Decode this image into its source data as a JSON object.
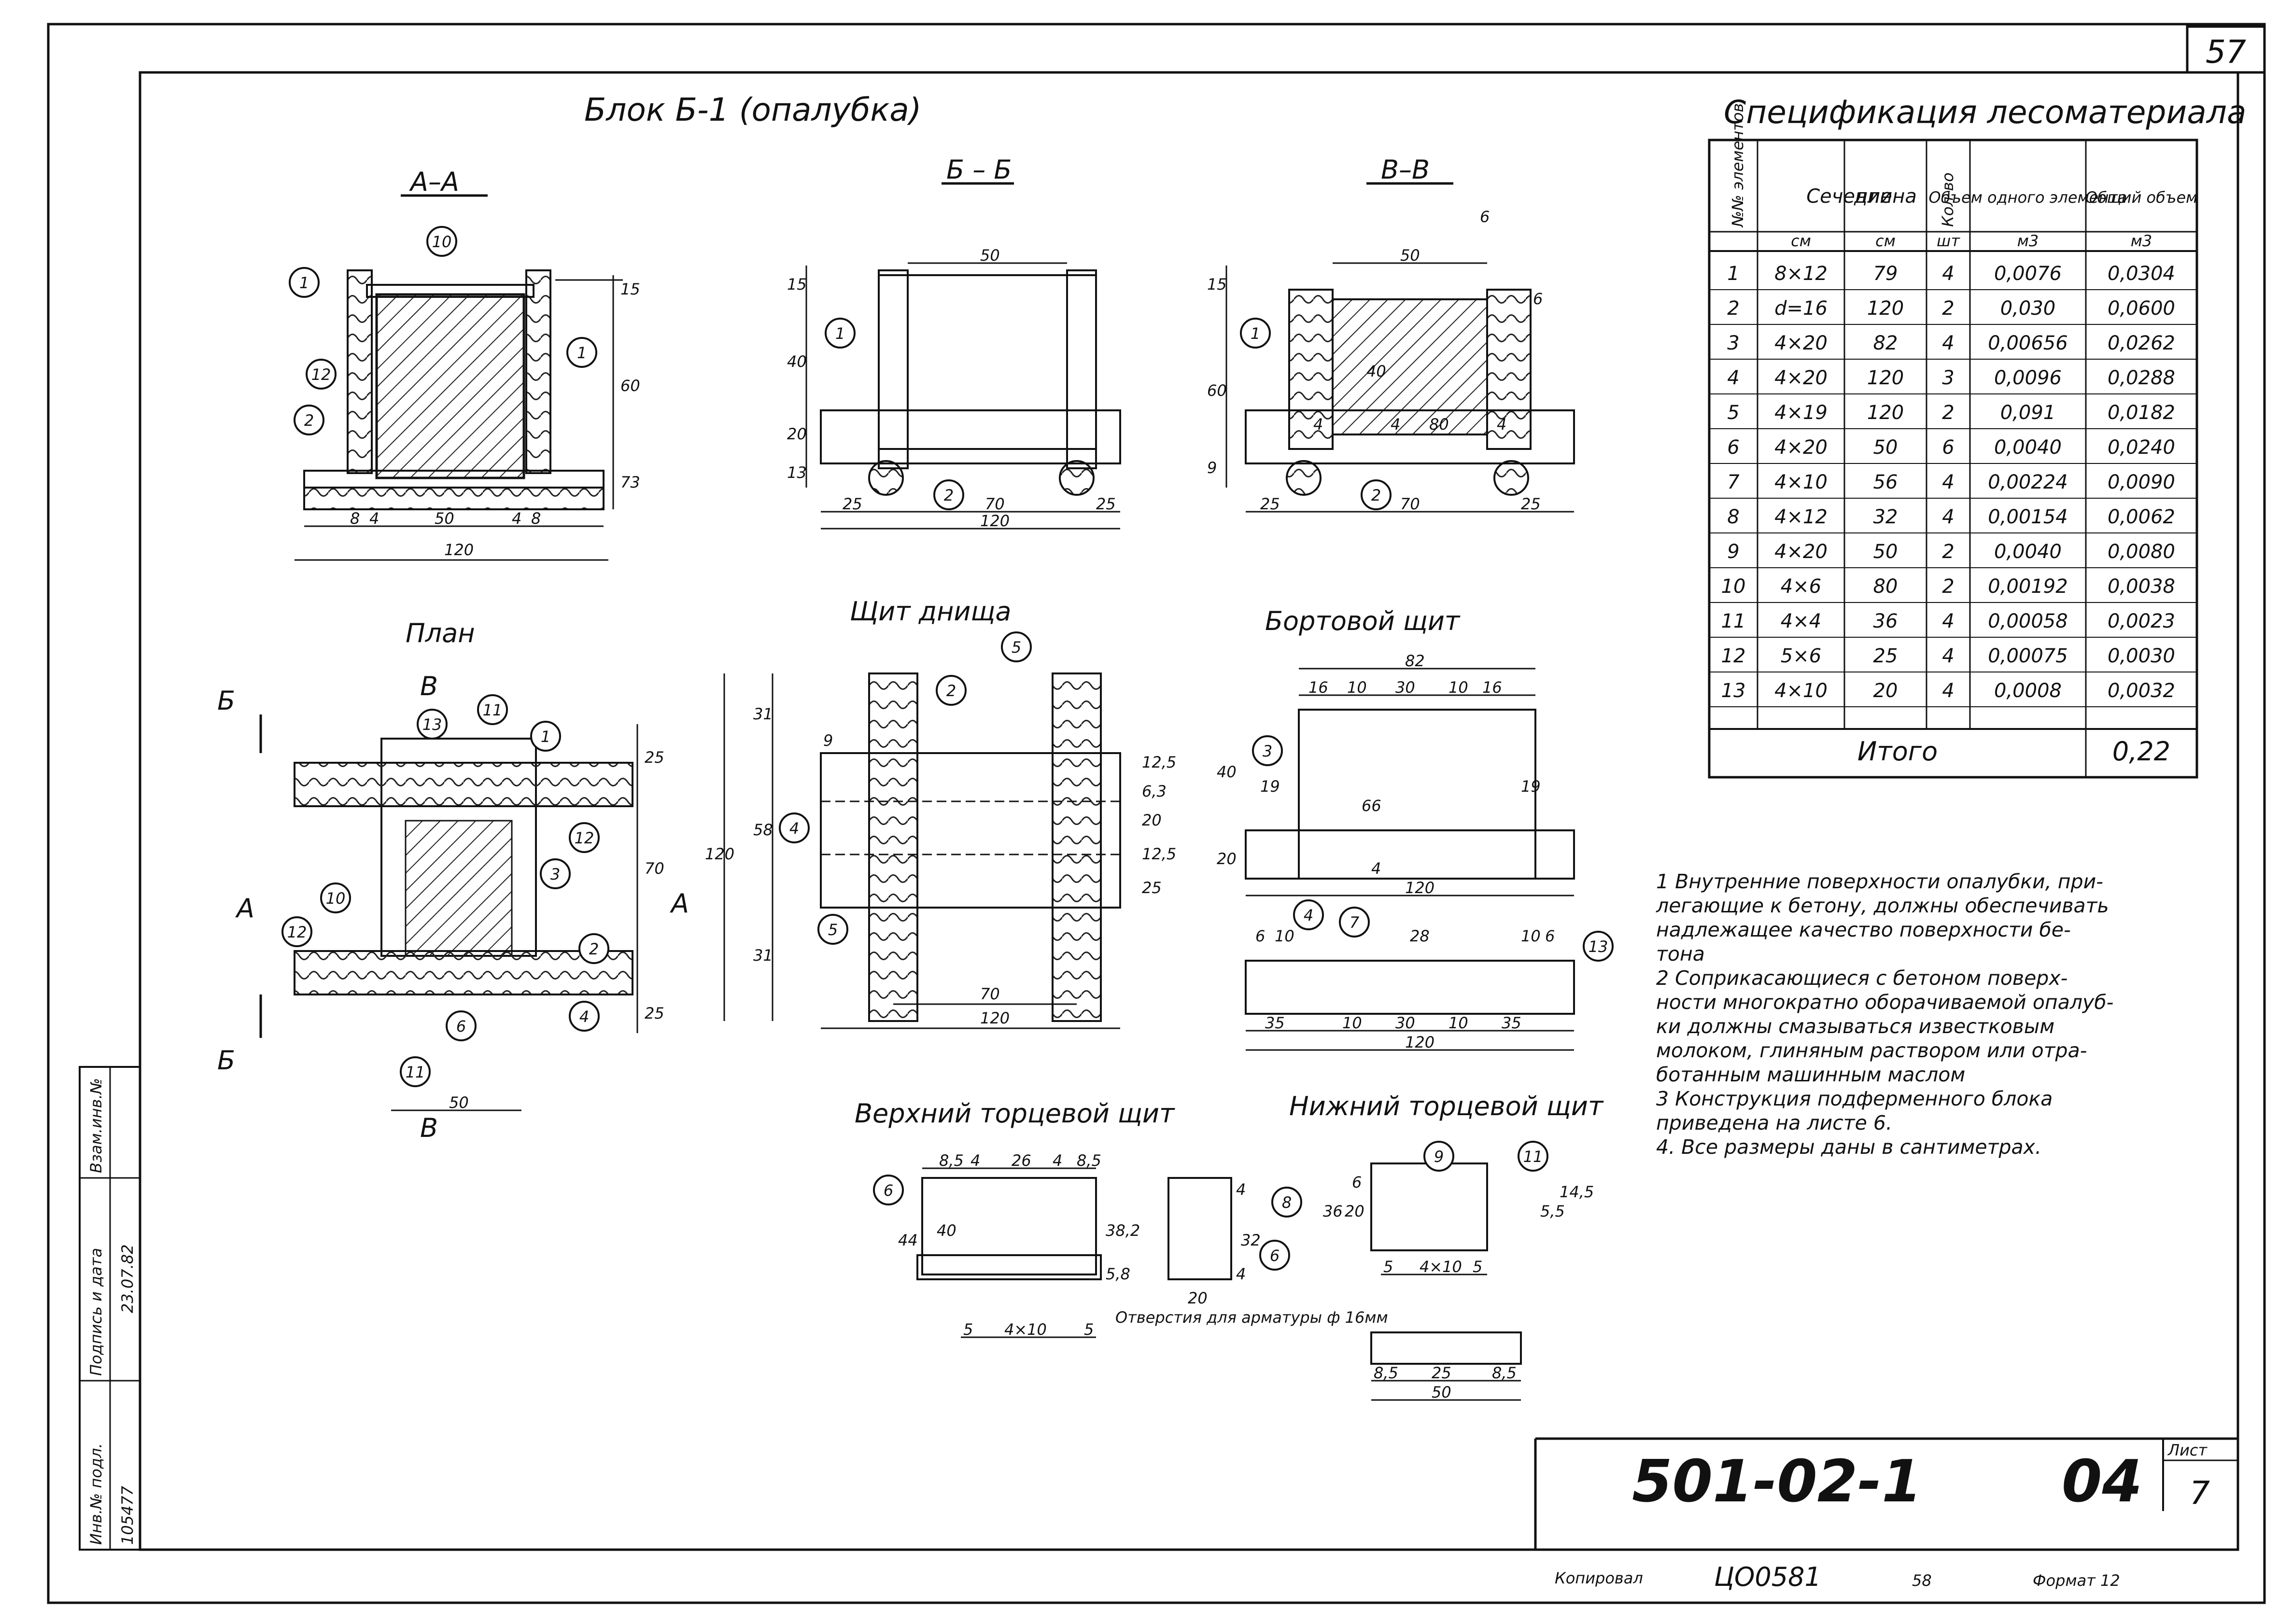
{
  "sheet_number": "57",
  "title": "Блок Б-1 (опалубка)",
  "views": {
    "section_aa": "А–А",
    "section_bb": "Б – Б",
    "section_vv": "В–В",
    "plan": "План",
    "bottom_panel": "Щит днища",
    "side_panel": "Бортовой щит",
    "top_end_panel": "Верхний торцевой щит",
    "bottom_end_panel": "Нижний торцевой щит"
  },
  "cut_marks": {
    "a": "А",
    "b": "Б",
    "v": "В"
  },
  "holes_note": "Отверстия для арматуры ф 16мм",
  "spec": {
    "title": "Спецификация лесоматериала",
    "headers": [
      "№№ элементов",
      "Сечение",
      "длина",
      "Кол-во",
      "Объем одного элемента",
      "Общий объем"
    ],
    "units": [
      "",
      "см",
      "см",
      "шт",
      "м3",
      "м3"
    ],
    "rows": [
      [
        "1",
        "8×12",
        "79",
        "4",
        "0,0076",
        "0,0304"
      ],
      [
        "2",
        "d=16",
        "120",
        "2",
        "0,030",
        "0,0600"
      ],
      [
        "3",
        "4×20",
        "82",
        "4",
        "0,00656",
        "0,0262"
      ],
      [
        "4",
        "4×20",
        "120",
        "3",
        "0,0096",
        "0,0288"
      ],
      [
        "5",
        "4×19",
        "120",
        "2",
        "0,091",
        "0,0182"
      ],
      [
        "6",
        "4×20",
        "50",
        "6",
        "0,0040",
        "0,0240"
      ],
      [
        "7",
        "4×10",
        "56",
        "4",
        "0,00224",
        "0,0090"
      ],
      [
        "8",
        "4×12",
        "32",
        "4",
        "0,00154",
        "0,0062"
      ],
      [
        "9",
        "4×20",
        "50",
        "2",
        "0,0040",
        "0,0080"
      ],
      [
        "10",
        "4×6",
        "80",
        "2",
        "0,00192",
        "0,0038"
      ],
      [
        "11",
        "4×4",
        "36",
        "4",
        "0,00058",
        "0,0023"
      ],
      [
        "12",
        "5×6",
        "25",
        "4",
        "0,00075",
        "0,0030"
      ],
      [
        "13",
        "4×10",
        "20",
        "4",
        "0,0008",
        "0,0032"
      ]
    ],
    "total_label": "Итого",
    "total_value": "0,22"
  },
  "notes": [
    "1 Внутренние поверхности опалубки, при-",
    "легающие к бетону, должны обеспечивать",
    "надлежащее качество поверхности бе-",
    "тона",
    "2 Соприкасающиеся с бетоном поверх-",
    "ности многократно оборачиваемой опалуб-",
    "ки должны смазываться известковым",
    "молоком, глиняным раствором или отра-",
    "ботанным машинным маслом",
    "3 Конструкция подферменного блока",
    "приведена на листе 6.",
    "4. Все размеры даны в сантиметрах."
  ],
  "stamp": {
    "code": "501-02-1",
    "album": "04",
    "sheet_label": "Лист",
    "sheet": "7"
  },
  "footer": {
    "copied": "Копировал",
    "code": "ЦО0581",
    "num": "58",
    "format": "Формат 12"
  },
  "side_stamp": {
    "inv_label": "Инв.№ подл.",
    "inv_value": "105477",
    "sign_label": "Подпись и дата",
    "sign_value": "23.07.82",
    "replace_label": "Взам.инв.№"
  },
  "dims": {
    "aa": [
      "15",
      "60",
      "73",
      "8",
      "4",
      "50",
      "4",
      "8",
      "120"
    ],
    "bb": [
      "50",
      "15",
      "40",
      "20",
      "13",
      "25",
      "70",
      "25",
      "120"
    ],
    "vv": [
      "6",
      "50",
      "15",
      "60",
      "6",
      "4",
      "40",
      "4",
      "80",
      "4",
      "9",
      "25",
      "70",
      "25"
    ],
    "plan": [
      "25",
      "70",
      "25",
      "50"
    ],
    "bottom": [
      "120",
      "31",
      "58",
      "31",
      "9",
      "12,5",
      "6,3",
      "20",
      "12,5",
      "25",
      "70",
      "120"
    ],
    "side": [
      "82",
      "16",
      "10",
      "30",
      "10",
      "16",
      "40",
      "19",
      "66",
      "19",
      "20",
      "4",
      "120"
    ],
    "side_plan": [
      "6",
      "10",
      "28",
      "10",
      "6",
      "35",
      "10",
      "30",
      "10",
      "35",
      "120"
    ],
    "top_end": [
      "8,5",
      "4",
      "26",
      "4",
      "8,5",
      "44",
      "40",
      "38,2",
      "5,8",
      "5",
      "4×10",
      "5"
    ],
    "low_end": [
      "32",
      "20",
      "4",
      "4",
      "36",
      "20",
      "6",
      "5,5",
      "14,5",
      "5",
      "4×10",
      "5"
    ],
    "low_plan": [
      "8,5",
      "25",
      "8,5",
      "50"
    ]
  },
  "callouts": [
    "1",
    "2",
    "3",
    "4",
    "5",
    "6",
    "7",
    "8",
    "9",
    "10",
    "11",
    "12",
    "13"
  ]
}
